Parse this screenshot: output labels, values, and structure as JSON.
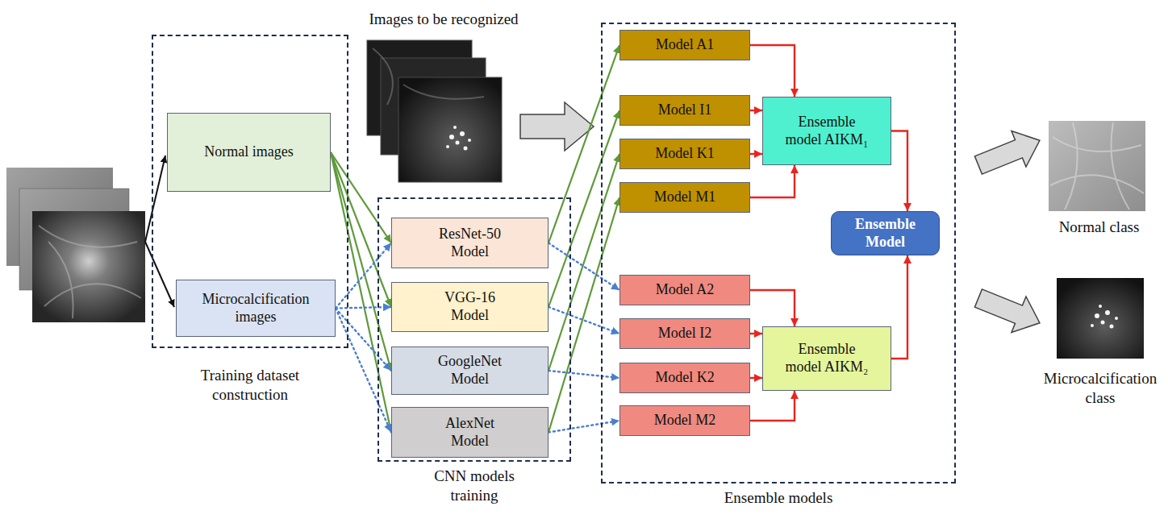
{
  "diagram": {
    "nodes": [
      {
        "text": [
          "Training dataset construction"
        ]
      },
      {
        "text": [
          "Normal images"
        ],
        "in": 0
      },
      {
        "text": [
          "Microcalcification images"
        ],
        "in": 0
      },
      {
        "text": [
          "CNN models training"
        ]
      },
      {
        "text": [
          "ResNet-50 Model"
        ],
        "in": 3
      },
      {
        "text": [
          "VGG-16 Model"
        ],
        "in": 3
      },
      {
        "text": [
          "GoogleNet Model"
        ],
        "in": 3
      },
      {
        "text": [
          "AlexNet Model"
        ],
        "in": 3
      },
      {
        "text": [
          "Ensemble models"
        ]
      },
      {
        "text": [
          "Model A1"
        ],
        "in": 8
      },
      {
        "text": [
          "Model I1"
        ],
        "in": 8
      },
      {
        "text": [
          "Model K1"
        ],
        "in": 8
      },
      {
        "text": [
          "Model M1"
        ],
        "in": 8
      },
      {
        "text": [
          "Ensemble model AIKM₁"
        ],
        "in": 8
      },
      {
        "text": [
          "Model A2"
        ],
        "in": 8
      },
      {
        "text": [
          "Model I2"
        ],
        "in": 8
      },
      {
        "text": [
          "Model K2"
        ],
        "in": 8
      },
      {
        "text": [
          "Model M2"
        ],
        "in": 8
      },
      {
        "text": [
          "Ensemble model AIKM₂"
        ],
        "in": 8
      },
      {
        "text": [
          "Ensemble Model"
        ],
        "in": 8
      }
    ],
    "edges": [
      {
        "from": 1,
        "to": 4,
        "arrow": "to"
      },
      {
        "from": 1,
        "to": 5,
        "arrow": "to"
      },
      {
        "from": 1,
        "to": 6,
        "arrow": "to"
      },
      {
        "from": 1,
        "to": 7,
        "arrow": "to"
      },
      {
        "from": 2,
        "to": 4,
        "arrow": "to"
      },
      {
        "from": 2,
        "to": 5,
        "arrow": "to"
      },
      {
        "from": 2,
        "to": 6,
        "arrow": "to"
      },
      {
        "from": 2,
        "to": 7,
        "arrow": "to"
      },
      {
        "from": 4,
        "to": 9,
        "arrow": "to"
      },
      {
        "from": 5,
        "to": 10,
        "arrow": "to"
      },
      {
        "from": 6,
        "to": 11,
        "arrow": "to"
      },
      {
        "from": 7,
        "to": 12,
        "arrow": "to"
      },
      {
        "from": 4,
        "to": 14,
        "arrow": "to"
      },
      {
        "from": 5,
        "to": 15,
        "arrow": "to"
      },
      {
        "from": 6,
        "to": 16,
        "arrow": "to"
      },
      {
        "from": 7,
        "to": 17,
        "arrow": "to"
      },
      {
        "from": 9,
        "to": 13,
        "arrow": "to"
      },
      {
        "from": 10,
        "to": 13,
        "arrow": "to"
      },
      {
        "from": 11,
        "to": 13,
        "arrow": "to"
      },
      {
        "from": 12,
        "to": 13,
        "arrow": "to"
      },
      {
        "from": 14,
        "to": 18,
        "arrow": "to"
      },
      {
        "from": 15,
        "to": 18,
        "arrow": "to"
      },
      {
        "from": 16,
        "to": 18,
        "arrow": "to"
      },
      {
        "from": 17,
        "to": 18,
        "arrow": "to"
      },
      {
        "from": 13,
        "to": 19,
        "arrow": "to"
      },
      {
        "from": 18,
        "to": 19,
        "arrow": "to"
      }
    ],
    "labels": [
      "Images to be recognized",
      "Normal class",
      "Microcalcification class"
    ]
  }
}
